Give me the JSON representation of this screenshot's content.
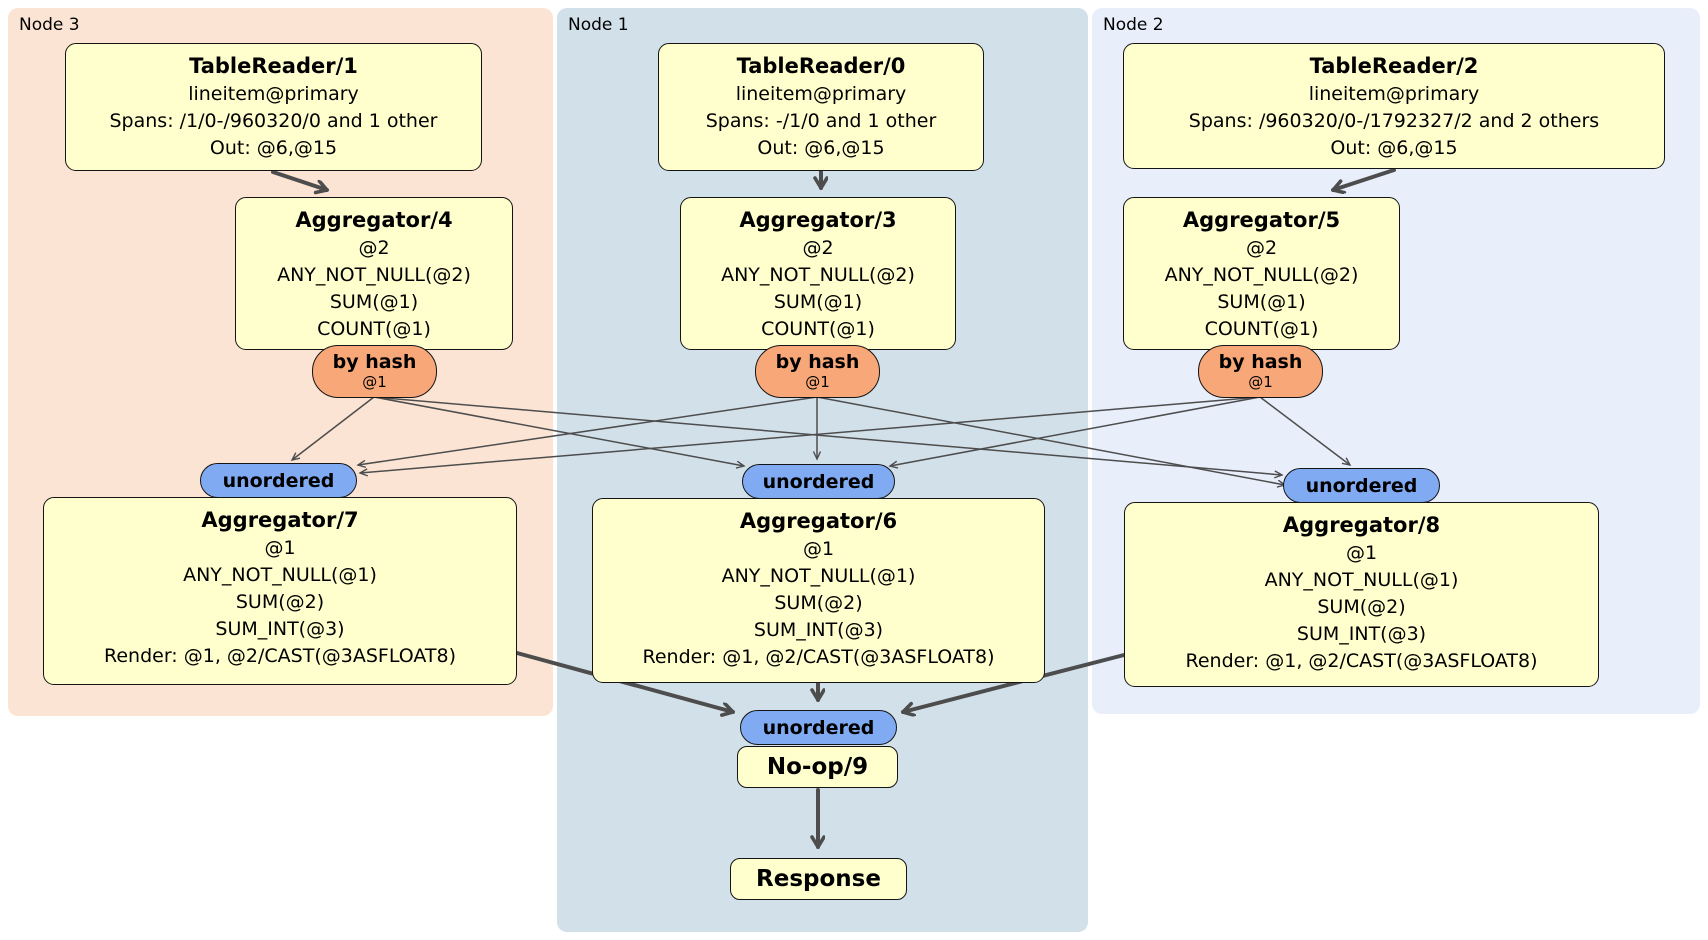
{
  "regions": {
    "node3": {
      "label": "Node 3"
    },
    "node1": {
      "label": "Node 1"
    },
    "node2": {
      "label": "Node 2"
    }
  },
  "processors": {
    "tr1": {
      "title": "TableReader/1",
      "lines": [
        "lineitem@primary",
        "Spans: /1/0-/960320/0 and 1 other",
        "Out: @6,@15"
      ]
    },
    "tr0": {
      "title": "TableReader/0",
      "lines": [
        "lineitem@primary",
        "Spans: -/1/0 and 1 other",
        "Out: @6,@15"
      ]
    },
    "tr2": {
      "title": "TableReader/2",
      "lines": [
        "lineitem@primary",
        "Spans: /960320/0-/1792327/2 and 2 others",
        "Out: @6,@15"
      ]
    },
    "agg4": {
      "title": "Aggregator/4",
      "lines": [
        "@2",
        "ANY_NOT_NULL(@2)",
        "SUM(@1)",
        "COUNT(@1)"
      ]
    },
    "agg3": {
      "title": "Aggregator/3",
      "lines": [
        "@2",
        "ANY_NOT_NULL(@2)",
        "SUM(@1)",
        "COUNT(@1)"
      ]
    },
    "agg5": {
      "title": "Aggregator/5",
      "lines": [
        "@2",
        "ANY_NOT_NULL(@2)",
        "SUM(@1)",
        "COUNT(@1)"
      ]
    },
    "agg7": {
      "title": "Aggregator/7",
      "lines": [
        "@1",
        "ANY_NOT_NULL(@1)",
        "SUM(@2)",
        "SUM_INT(@3)",
        "Render: @1, @2/CAST(@3ASFLOAT8)"
      ]
    },
    "agg6": {
      "title": "Aggregator/6",
      "lines": [
        "@1",
        "ANY_NOT_NULL(@1)",
        "SUM(@2)",
        "SUM_INT(@3)",
        "Render: @1, @2/CAST(@3ASFLOAT8)"
      ]
    },
    "agg8": {
      "title": "Aggregator/8",
      "lines": [
        "@1",
        "ANY_NOT_NULL(@1)",
        "SUM(@2)",
        "SUM_INT(@3)",
        "Render: @1, @2/CAST(@3ASFLOAT8)"
      ]
    },
    "noop9": {
      "title": "No-op/9"
    },
    "response": {
      "title": "Response"
    }
  },
  "routers": {
    "r4": {
      "label": "by hash",
      "detail": "@1"
    },
    "r3": {
      "label": "by hash",
      "detail": "@1"
    },
    "r5": {
      "label": "by hash",
      "detail": "@1"
    }
  },
  "syncs": {
    "s7": {
      "label": "unordered"
    },
    "s6": {
      "label": "unordered"
    },
    "s8": {
      "label": "unordered"
    },
    "s_final": {
      "label": "unordered"
    }
  },
  "edges": {
    "thick": [
      {
        "from": "TableReader/1",
        "to": "Aggregator/4"
      },
      {
        "from": "TableReader/0",
        "to": "Aggregator/3"
      },
      {
        "from": "TableReader/2",
        "to": "Aggregator/5"
      },
      {
        "from": "Aggregator/7",
        "to": "unordered-final"
      },
      {
        "from": "Aggregator/6",
        "to": "unordered-final"
      },
      {
        "from": "Aggregator/8",
        "to": "unordered-final"
      },
      {
        "from": "No-op/9",
        "to": "Response"
      }
    ],
    "thin": [
      {
        "from": "by-hash/4",
        "to": "unordered/7"
      },
      {
        "from": "by-hash/4",
        "to": "unordered/6"
      },
      {
        "from": "by-hash/4",
        "to": "unordered/8"
      },
      {
        "from": "by-hash/3",
        "to": "unordered/7"
      },
      {
        "from": "by-hash/3",
        "to": "unordered/6"
      },
      {
        "from": "by-hash/3",
        "to": "unordered/8"
      },
      {
        "from": "by-hash/5",
        "to": "unordered/7"
      },
      {
        "from": "by-hash/5",
        "to": "unordered/6"
      },
      {
        "from": "by-hash/5",
        "to": "unordered/8"
      }
    ]
  },
  "colors": {
    "region_node3_bg": "#fce4d4",
    "region_node1_bg": "#d2e0e9",
    "region_node2_bg": "#e9eefb",
    "processor_bg": "#ffffce",
    "router_bg": "#f8a878",
    "sync_bg": "#80abf3",
    "edge": "#4d4d4d",
    "border": "#141414"
  }
}
